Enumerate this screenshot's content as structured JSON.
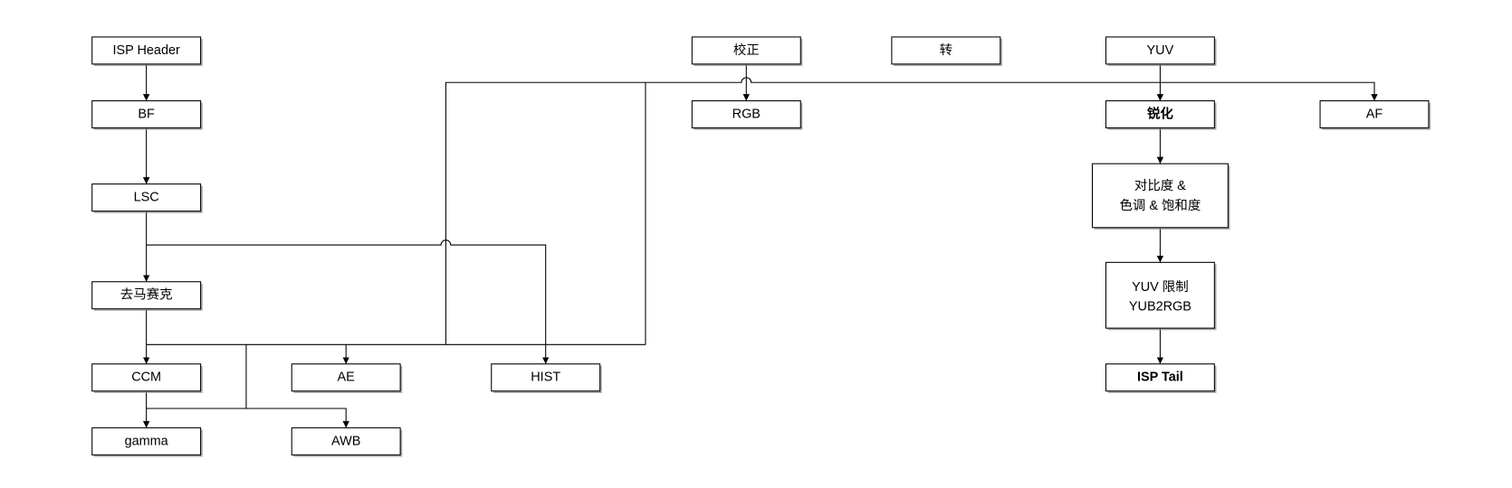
{
  "nodes": {
    "isp_header": "ISP Header",
    "bf": "BF",
    "lsc": "LSC",
    "demosaic": "去马赛克",
    "ccm": "CCM",
    "gamma": "gamma",
    "ae": "AE",
    "awb": "AWB",
    "hist": "HIST",
    "calibration": "校正",
    "rgb": "RGB",
    "convert": "转",
    "yuv": "YUV",
    "sharpen": "锐化",
    "af": "AF",
    "contrast_line1": "对比度 &",
    "contrast_line2": "色调 & 饱和度",
    "yuv_limit_line1": "YUV 限制",
    "yuv_limit_line2": "YUB2RGB",
    "isp_tail": "ISP Tail"
  },
  "colors": {
    "background": "#ffffff",
    "box_fill": "#ffffff",
    "stroke": "#000000",
    "shadow": "#8c8c8c",
    "text": "#000000"
  }
}
